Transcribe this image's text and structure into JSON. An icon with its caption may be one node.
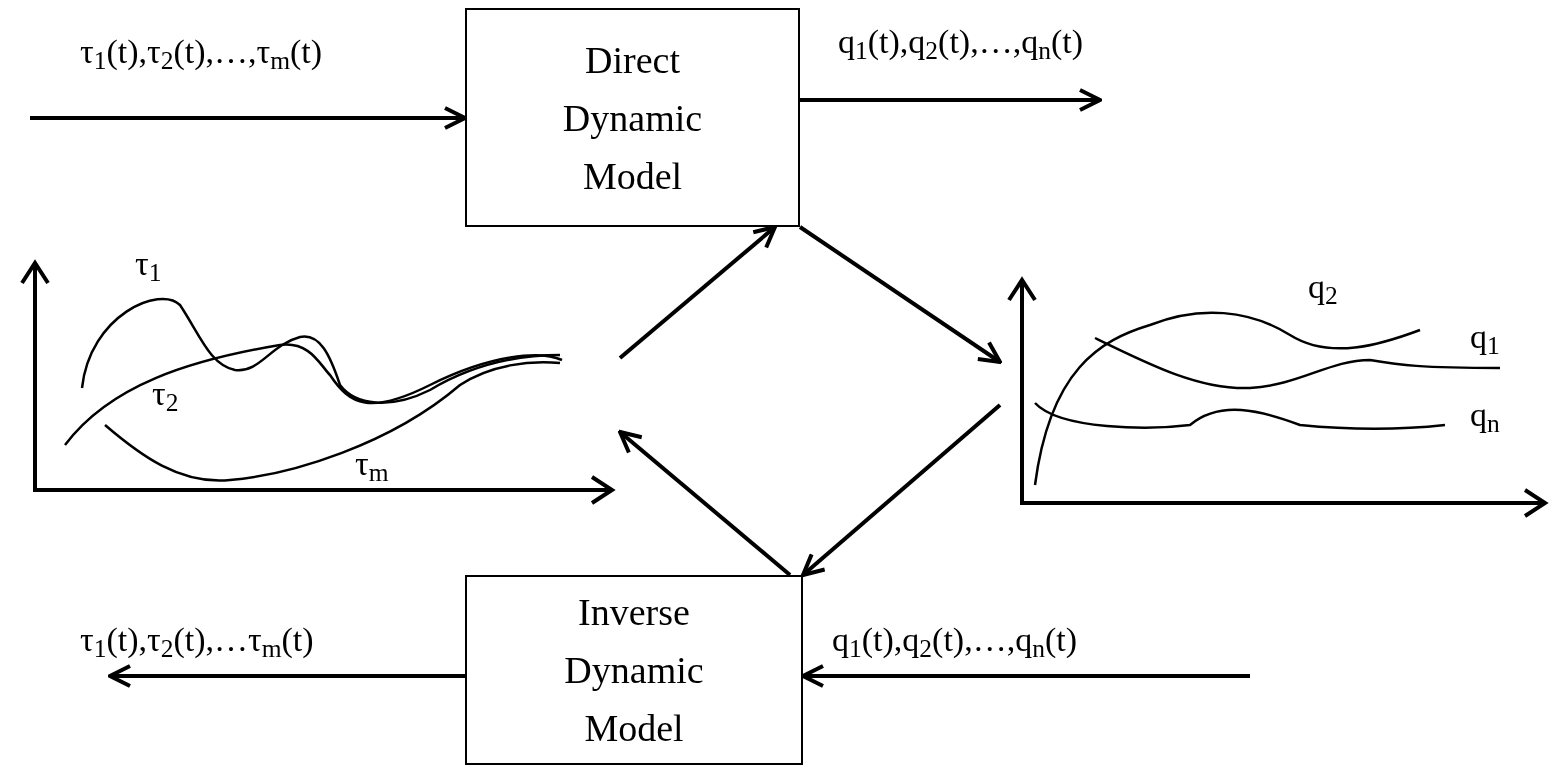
{
  "diagram": {
    "nodes": [
      {
        "text": [
          "Direct Dynamic Model"
        ]
      },
      {
        "text": [
          "Inverse Dynamic Model"
        ]
      },
      {
        "text": [],
        "shape": "picture"
      },
      {
        "text": [],
        "shape": "picture"
      }
    ],
    "edges": [
      {
        "from": null,
        "to": 0,
        "arrow": "to",
        "label": "τ$_{1}$(t),τ$_{2}$(t),…,τ$_{m}$(t)"
      },
      {
        "from": 0,
        "to": null,
        "arrow": "to",
        "label": "q$_{1}$(t),q$_{2}$(t),…,q$_{n}$(t)"
      },
      {
        "from": null,
        "to": 1,
        "arrow": "to",
        "label": "q$_{1}$(t),q$_{2}$(t),…,q$_{n}$(t)"
      },
      {
        "from": 1,
        "to": null,
        "arrow": "to",
        "label": "τ$_{1}$(t),τ$_{2}$(t),…τ$_{m}$(t)"
      },
      {
        "from": 2,
        "to": 0,
        "arrow": "to"
      },
      {
        "from": 0,
        "to": 3,
        "arrow": "to"
      },
      {
        "from": 3,
        "to": 1,
        "arrow": "to"
      },
      {
        "from": 1,
        "to": 2,
        "arrow": "to"
      }
    ],
    "labels": [
      "τ$_{1}$",
      "τ$_{2}$",
      "τ$_{m}$",
      "q$_{2}$",
      "q$_{1}$",
      "q$_{n}$"
    ]
  }
}
